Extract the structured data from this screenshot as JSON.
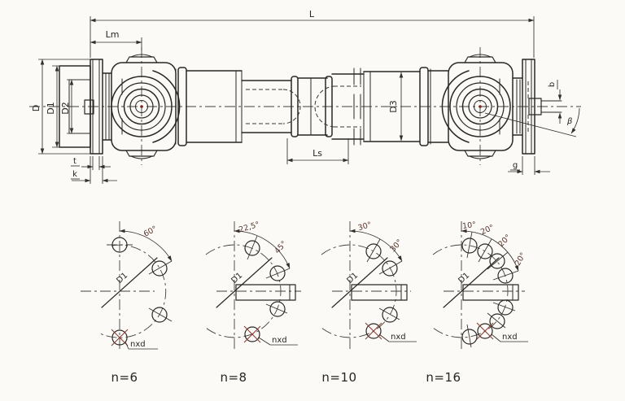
{
  "assembly": {
    "description": "cardan shaft side view",
    "dim_labels": {
      "L": "L",
      "Lm": "Lm",
      "Ls": "Ls",
      "D": "D",
      "D1": "D1",
      "D2": "D2",
      "D3": "D3",
      "b": "b",
      "g": "g",
      "t": "t",
      "k": "k",
      "beta": "β"
    }
  },
  "bolt_patterns": [
    {
      "count": "n=6",
      "bolt_circle": "D1",
      "holes": "nxd",
      "angles": [
        "60°"
      ]
    },
    {
      "count": "n=8",
      "bolt_circle": "D1",
      "holes": "nxd",
      "angles": [
        "22,5°",
        "45°"
      ]
    },
    {
      "count": "n=10",
      "bolt_circle": "D1",
      "holes": "nxd",
      "angles": [
        "30°",
        "30°"
      ]
    },
    {
      "count": "n=16",
      "bolt_circle": "D1",
      "holes": "nxd",
      "angles": [
        "10°",
        "20°",
        "20°",
        "20°"
      ]
    }
  ],
  "colors": {
    "line": "#2b2824",
    "accent_red": "#8a3c34",
    "background": "#fbfaf7"
  }
}
